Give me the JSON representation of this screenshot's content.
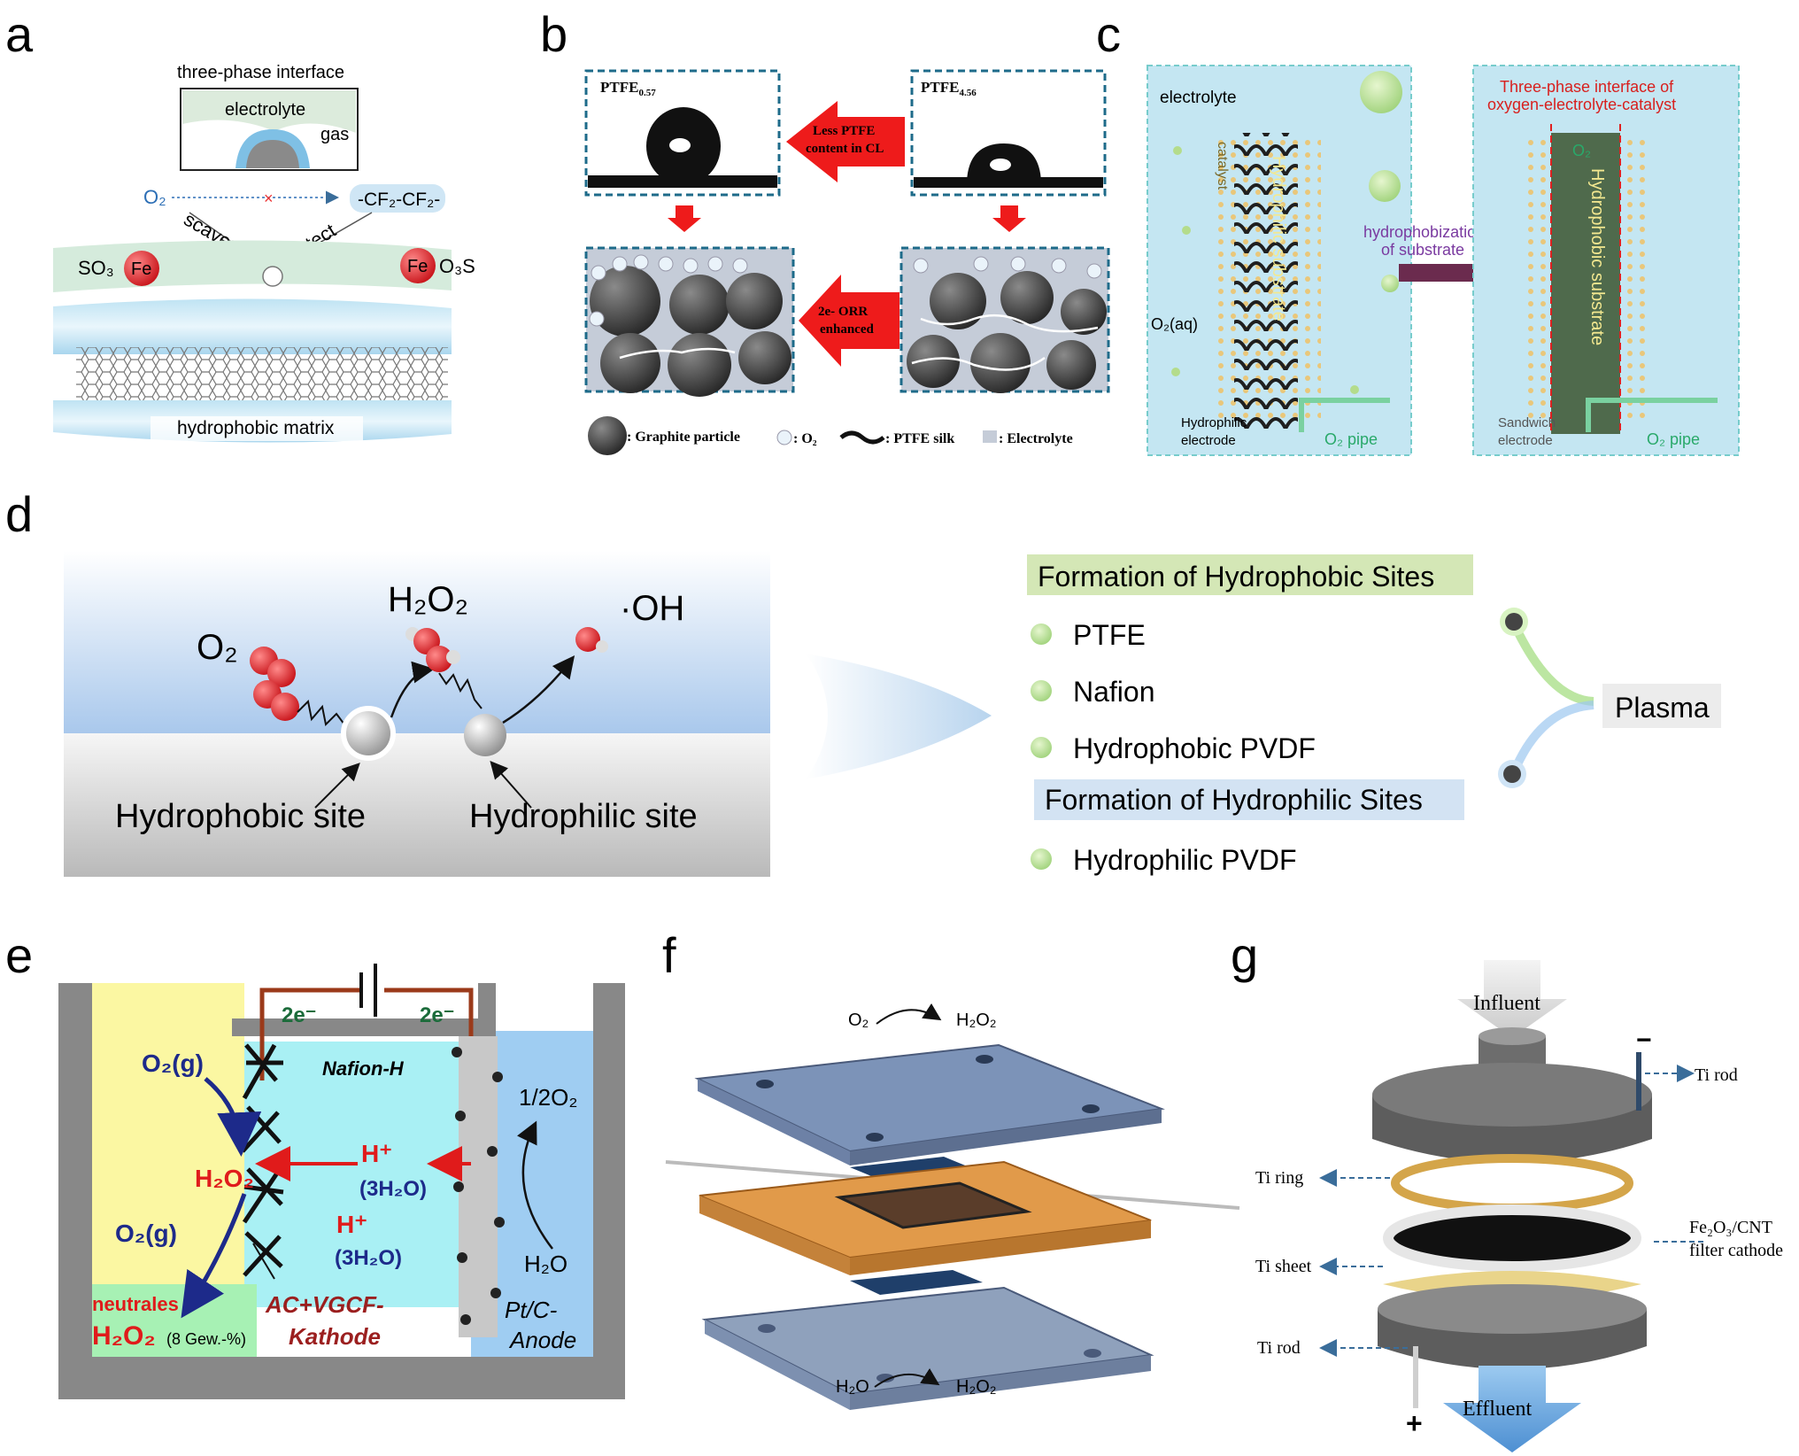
{
  "panel_letters": [
    "a",
    "b",
    "c",
    "d",
    "e",
    "f",
    "g"
  ],
  "panel_a": {
    "title": "three-phase interface",
    "electrolyte": "electrolyte",
    "gas": "gas",
    "o2": "O₂",
    "cf": "-CF₂-CF₂-",
    "scavenge": "scavenge",
    "protect": "protect",
    "so3_left": "SO₃",
    "fe": "Fe",
    "o3s_right": "O₃S",
    "matrix": "hydrophobic matrix"
  },
  "panel_b": {
    "ptfe_left": "PTFE0.57",
    "ptfe_right": "PTFE4.56",
    "arrow_top": "Less PTFE content in CL",
    "arrow_bottom": "2e- ORR enhanced",
    "legend_graphite": ": Graphite particle",
    "legend_o2": ": O₂",
    "legend_silk": ": PTFE silk",
    "legend_electrolyte": ": Electrolyte"
  },
  "panel_c": {
    "electrolyte": "electrolyte",
    "catalyst": "catalyst",
    "hydrophilic_substrate": "Hydrophilic substrate",
    "o2aq": "O₂(aq)",
    "hydrophilic_electrode": "Hydrophilic electrode",
    "o2_pipe": "O₂ pipe",
    "arrow_label": "hydrophobization of substrate",
    "tpi_title": "Three-phase interface of oxygen-electrolyte-catalyst",
    "o2": "O₂",
    "hydrophobic_substrate": "Hydrophobic substrate",
    "sandwich_electrode": "Sandwich electrode",
    "o2_pipe_right": "O₂ pipe"
  },
  "panel_d": {
    "o2": "O₂",
    "h2o2": "H₂O₂",
    "oh": "·OH",
    "hydrophobic_site": "Hydrophobic site",
    "hydrophilic_site": "Hydrophilic site",
    "hydrophobic_header": "Formation of Hydrophobic Sites",
    "hydrophobic_items": [
      "PTFE",
      "Nafion",
      "Hydrophobic PVDF"
    ],
    "hydrophilic_header": "Formation of Hydrophilic Sites",
    "hydrophilic_items": [
      "Hydrophilic PVDF"
    ],
    "plasma": "Plasma"
  },
  "panel_e": {
    "e_left": "2e⁻",
    "e_right": "2e⁻",
    "nafion": "Nafion-H",
    "o2g_top": "O₂(g)",
    "h2o2": "H₂O₂",
    "o2g_bottom": "O₂(g)",
    "h_plus_1": "H⁺",
    "three_h2o_1": "(3H₂O)",
    "h_plus_2": "H⁺",
    "three_h2o_2": "(3H₂O)",
    "half_o2": "1/2O₂",
    "h2o": "H₂O",
    "neutral_1": "neutrales",
    "neutral_2": "H₂O₂",
    "neutral_3": "(8 Gew.-%)",
    "cathode_1": "AC+VGCF-",
    "cathode_2": "Kathode",
    "anode_1": "Pt/C-",
    "anode_2": "Anode"
  },
  "panel_f": {
    "top_eq_left": "O₂",
    "top_eq_right": "H₂O₂",
    "bottom_eq_left": "H₂O",
    "bottom_eq_right": "H₂O₂"
  },
  "panel_g": {
    "influent": "Influent",
    "minus": "−",
    "ti_rod_top": "Ti rod",
    "ti_ring": "Ti ring",
    "fe2o3_1": "Fe₂O₃/CNT",
    "fe2o3_2": "filter cathode",
    "ti_sheet": "Ti sheet",
    "ti_rod_bottom": "Ti rod",
    "plus": "+",
    "effluent": "Effluent"
  },
  "colors": {
    "light_blue": "#cfe8f4",
    "cyan_panel": "#bfe9ef",
    "red_arrow": "#e8201e",
    "green_header": "#cfe3b0",
    "blue_header": "#cfe0f0",
    "yellow_cell": "#fbf7a2",
    "cyan_cell": "#a9f0f4",
    "blue_cell": "#9fcdf2",
    "orange_plate": "#e19a4a"
  }
}
